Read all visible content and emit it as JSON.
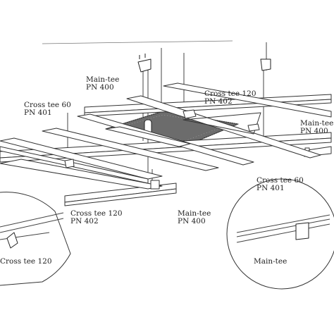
{
  "labels": {
    "maintee_top": {
      "name": "Main-tee",
      "pn": "PN 400"
    },
    "crosstee120_top": {
      "name": "Cross tee 120",
      "pn": "PN 402"
    },
    "crosstee60_left": {
      "name": "Cross tee 60",
      "pn": "PN 401"
    },
    "maintee_right": {
      "name": "Main-tee",
      "pn": "PN 400"
    },
    "crosstee60_right": {
      "name": "Cross tee 60",
      "pn": "PN 401"
    },
    "crosstee120_bottom": {
      "name": "Cross tee 120",
      "pn": "PN 402"
    },
    "maintee_bottom": {
      "name": "Main-tee",
      "pn": "PN 400"
    },
    "detail_left": {
      "name": "Cross tee 120"
    },
    "detail_right": {
      "name": "Main-tee"
    }
  }
}
